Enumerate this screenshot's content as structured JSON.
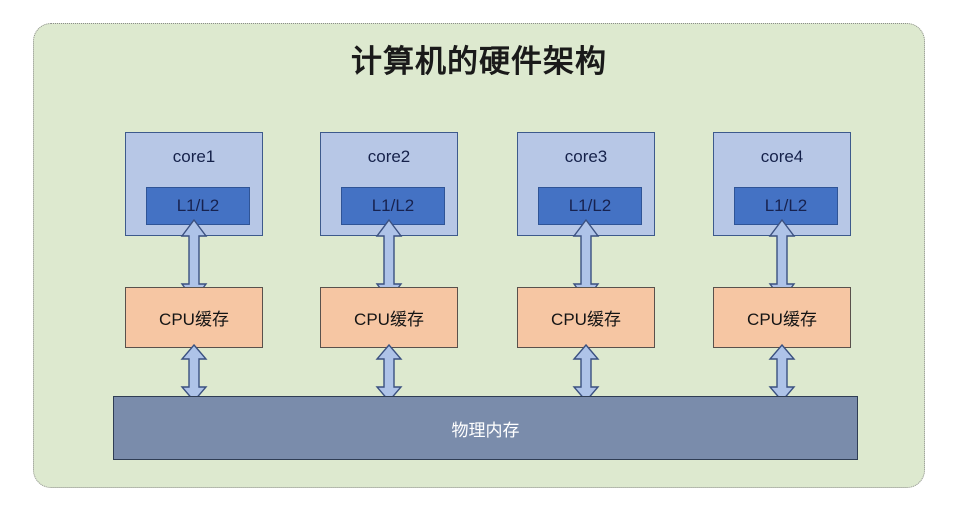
{
  "diagram": {
    "title": "计算机的硬件架构",
    "colors": {
      "board_fill": "#dde9cf",
      "board_border": "#8c8c8c",
      "core_fill": "#b7c7e6",
      "core_border": "#3d5a8c",
      "l1l2_fill": "#4472c4",
      "l1l2_border": "#2f5496",
      "cpu_cache_fill": "#f6c6a3",
      "cpu_cache_border": "#59514c",
      "memory_fill": "#7a8cab",
      "memory_border": "#2f3d54",
      "arrow_fill": "#aec3e8",
      "arrow_border": "#3a5080",
      "title_text": "#1a1a1a",
      "memory_text": "#ffffff"
    },
    "cores": [
      {
        "label": "core1",
        "cache_label": "L1/L2",
        "cpu_cache_label": "CPU缓存"
      },
      {
        "label": "core2",
        "cache_label": "L1/L2",
        "cpu_cache_label": "CPU缓存"
      },
      {
        "label": "core3",
        "cache_label": "L1/L2",
        "cpu_cache_label": "CPU缓存"
      },
      {
        "label": "core4",
        "cache_label": "L1/L2",
        "cpu_cache_label": "CPU缓存"
      }
    ],
    "memory": {
      "label": "物理内存"
    },
    "connectors": {
      "core_to_cpu_cache": "double-headed-vertical-arrow",
      "cpu_cache_to_memory": "double-headed-vertical-arrow"
    }
  }
}
